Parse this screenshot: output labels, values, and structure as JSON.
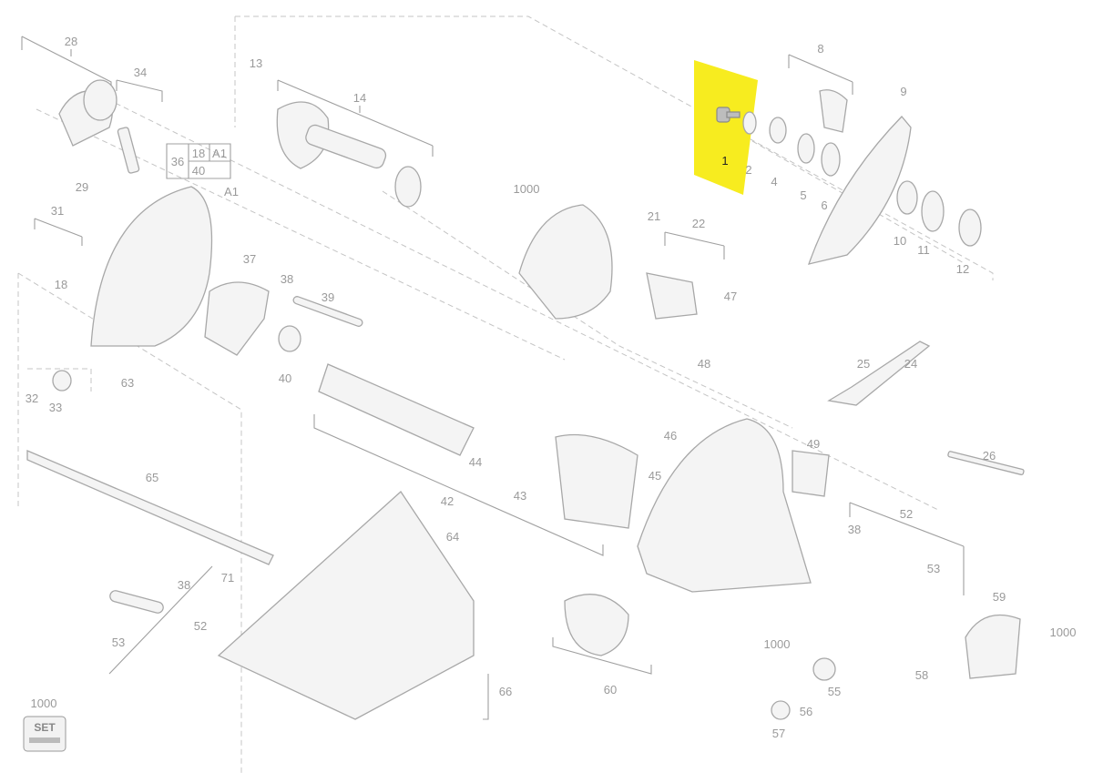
{
  "diagram": {
    "title": "Circular saw exploded parts diagram",
    "highlight_color": "#f7ec1f",
    "selected_part": "1",
    "parts": [
      "28",
      "34",
      "13",
      "14",
      "36",
      "18",
      "A1",
      "40",
      "A1",
      "29",
      "31",
      "18",
      "37",
      "38",
      "39",
      "40",
      "32",
      "33",
      "63",
      "1000",
      "21",
      "22",
      "47",
      "8",
      "9",
      "1",
      "2",
      "4",
      "5",
      "6",
      "10",
      "11",
      "12",
      "48",
      "25",
      "24",
      "49",
      "26",
      "46",
      "45",
      "44",
      "43",
      "42",
      "65",
      "64",
      "52",
      "38",
      "53",
      "38",
      "71",
      "52",
      "53",
      "59",
      "1000",
      "1000",
      "58",
      "60",
      "66",
      "55",
      "56",
      "57",
      "1000"
    ],
    "set_badge": "SET"
  }
}
